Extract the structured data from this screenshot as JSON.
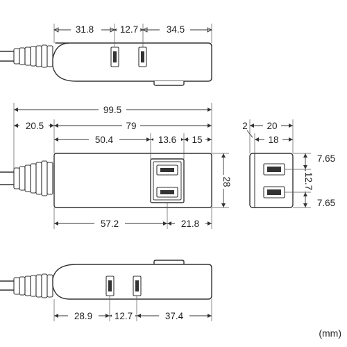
{
  "top_view": {
    "dims": [
      "31.8",
      "12.7",
      "34.5"
    ]
  },
  "front_view": {
    "overall": "99.5",
    "cord_length": "20.5",
    "body_length": "79",
    "row_b": [
      "50.4",
      "13.6",
      "15"
    ],
    "height": "28",
    "bottom": [
      "57.2",
      "21.8"
    ]
  },
  "side_view": {
    "offset": "2",
    "width": "20",
    "inner_width": "18",
    "gap_top": "7.65",
    "pitch": "12.7",
    "gap_bottom": "7.65"
  },
  "bottom_view": {
    "dims": [
      "28.9",
      "12.7",
      "37.4"
    ]
  },
  "unit_label": "(mm)"
}
